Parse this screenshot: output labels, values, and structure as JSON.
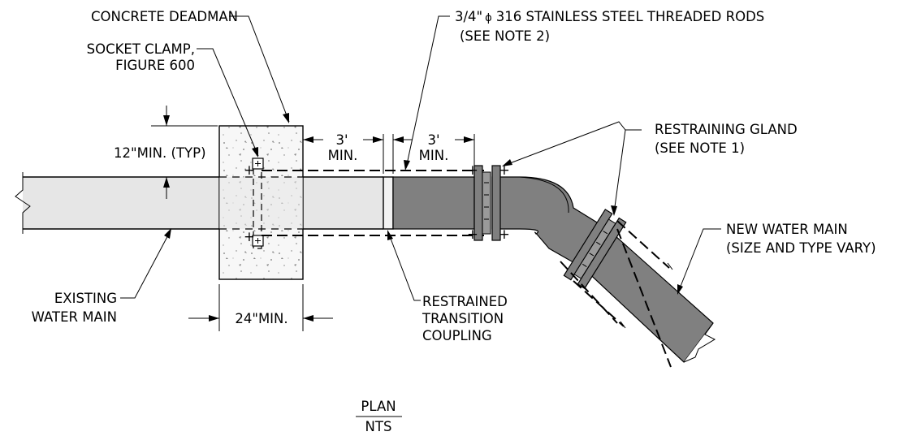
{
  "labels": {
    "concrete_deadman": "CONCRETE DEADMAN",
    "socket_clamp_1": "SOCKET CLAMP,",
    "socket_clamp_2": "FIGURE 600",
    "threaded_rods_1": "3/4\"",
    "threaded_rods_phi": "ϕ",
    "threaded_rods_2": "316 STAINLESS STEEL THREADED RODS",
    "threaded_rods_note": "(SEE NOTE 2)",
    "restraining_gland_1": "RESTRAINING GLAND",
    "restraining_gland_2": "(SEE NOTE 1)",
    "min_12": "12\"MIN. (TYP)",
    "dim_3ft": "3'",
    "dim_min": "MIN.",
    "new_main_1": "NEW WATER MAIN",
    "new_main_2": "(SIZE AND TYPE VARY)",
    "existing_1": "EXISTING",
    "existing_2": "WATER MAIN",
    "min_24": "24\"MIN.",
    "coupling_1": "RESTRAINED",
    "coupling_2": "TRANSITION",
    "coupling_3": "COUPLING",
    "title": "PLAN",
    "scale": "NTS"
  },
  "colors": {
    "existing_pipe": "#e6e6e6",
    "new_pipe": "#808080",
    "coupling": "#f2f2f2",
    "concrete": "#f7f7f7",
    "line": "#000000"
  }
}
